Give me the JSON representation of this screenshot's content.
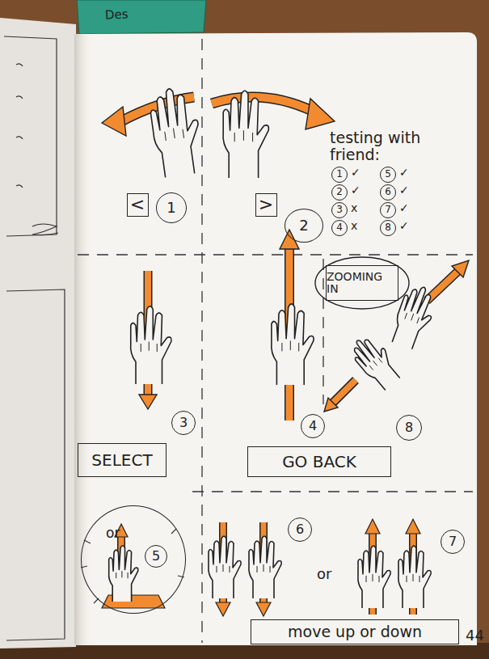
{
  "diagram": {
    "nodes": [
      {
        "text": [
          "<"
        ]
      },
      {
        "text": [
          "1"
        ]
      },
      {
        "text": [
          ">"
        ]
      },
      {
        "text": [
          "2"
        ]
      },
      {
        "text": [
          "1"
        ]
      },
      {
        "text": [
          "2"
        ]
      },
      {
        "text": [
          "3"
        ]
      },
      {
        "text": [
          "4"
        ]
      },
      {
        "text": [
          "5"
        ]
      },
      {
        "text": [
          "6"
        ]
      },
      {
        "text": [
          "7"
        ]
      },
      {
        "text": [
          "8"
        ]
      },
      {
        "text": [
          "ZOOMING IN"
        ]
      },
      {
        "text": [
          "3"
        ]
      },
      {
        "text": [
          "4"
        ]
      },
      {
        "text": [
          "8"
        ]
      },
      {
        "text": [
          "SELECT"
        ]
      },
      {
        "text": [
          "GO BACK"
        ]
      },
      {
        "text": [
          "or"
        ]
      },
      {
        "text": [
          "5"
        ],
        "in": 18
      },
      {
        "text": [
          "6"
        ]
      },
      {
        "text": [
          "7"
        ]
      },
      {
        "text": [
          "move up or down"
        ]
      }
    ],
    "labels": [
      "Des",
      "testing with friend:",
      "✓",
      "✓",
      "x",
      "x",
      "✓",
      "✓",
      "✓",
      "✓",
      "or",
      "44"
    ]
  }
}
